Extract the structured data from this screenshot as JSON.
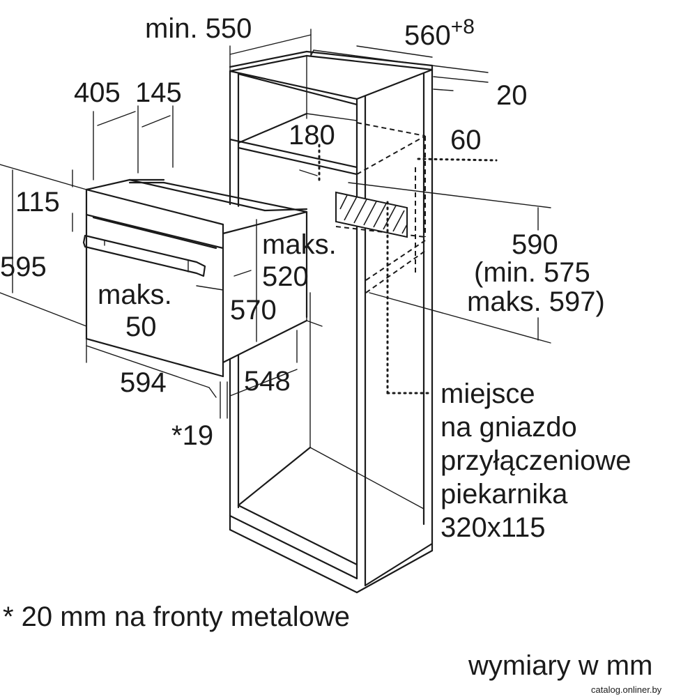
{
  "diagram": {
    "dimensions": {
      "min_550": "min. 550",
      "w_560_base": "560",
      "w_560_sup": "+8",
      "d_20": "20",
      "d_405": "405",
      "d_145": "145",
      "d_180": "180",
      "d_60": "60",
      "d_115": "115",
      "d_595": "595",
      "maks_520_line1": "maks.",
      "maks_520_line2": "520",
      "d_590": "590",
      "min_575": "(min. 575",
      "maks_597": "maks. 597)",
      "maks_50_line1": "maks.",
      "maks_50_line2": "50",
      "d_570": "570",
      "d_594": "594",
      "d_548": "548",
      "d_19": "*19"
    },
    "socket_label": {
      "line1": "miejsce",
      "line2": "na gniazdo",
      "line3": "przyłączeniowe",
      "line4": "piekarnika",
      "line5": "320x115"
    },
    "footnote": "* 20 mm na fronty metalowe",
    "units_note": "wymiary w mm",
    "watermark": "catalog.onliner.by"
  }
}
